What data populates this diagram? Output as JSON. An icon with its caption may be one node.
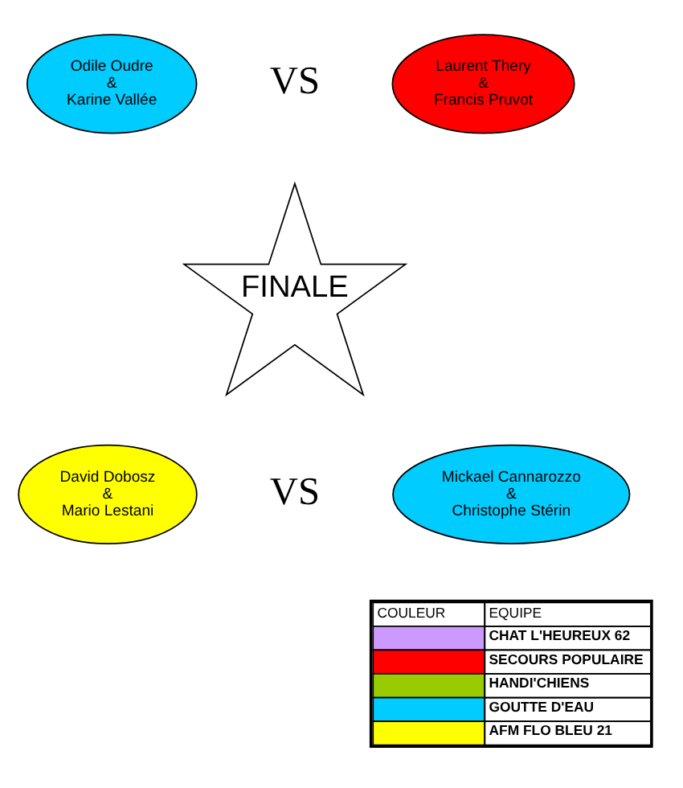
{
  "diagram": {
    "nodes": [
      {
        "text": [
          "Odile Oudre & Karine Vallée"
        ]
      },
      {
        "text": [
          "Laurent Thery & Francis Pruvot"
        ]
      },
      {
        "text": [
          "FINALE"
        ]
      },
      {
        "text": [
          "David Dobosz & Mario Lestani"
        ]
      },
      {
        "text": [
          "Mickael Cannarozzo & Christophe Stérin"
        ]
      }
    ],
    "labels": [
      "VS",
      "VS",
      "COULEUR",
      "EQUIPE"
    ],
    "legend": [
      {
        "text": "CHAT L'HEUREUX 62",
        "color": "#cc99ff"
      },
      {
        "text": "SECOURS POPULAIRE",
        "color": "#ff0000"
      },
      {
        "text": "HANDI'CHIENS",
        "color": "#99cc00"
      },
      {
        "text": "GOUTTE D'EAU",
        "color": "#00ccff"
      },
      {
        "text": "AFM FLO BLEU 21",
        "color": "#ffff00"
      }
    ]
  }
}
